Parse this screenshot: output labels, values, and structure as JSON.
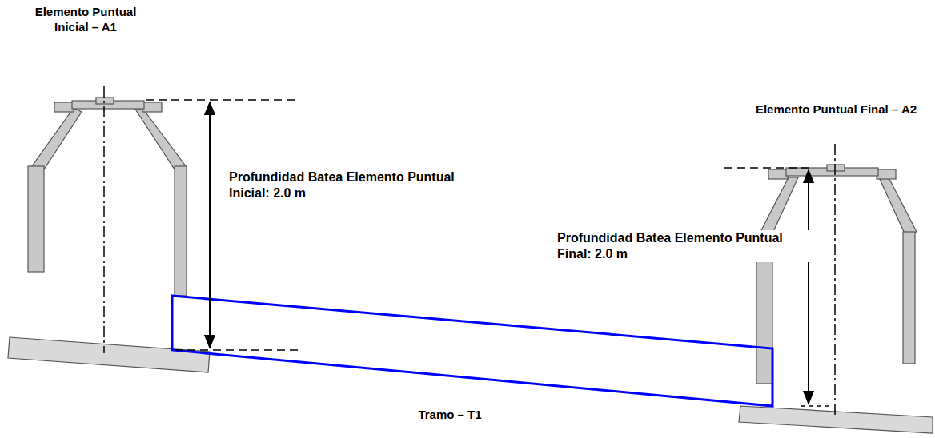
{
  "diagram": {
    "labels": [
      "Elemento Puntual Inicial – A1",
      "Elemento Puntual Final – A2",
      "Profundidad Batea Elemento Puntual Inicial: 2.0 m",
      "Profundidad Batea Elemento Puntual Final: 2.0 m",
      "Tramo – T1"
    ]
  }
}
